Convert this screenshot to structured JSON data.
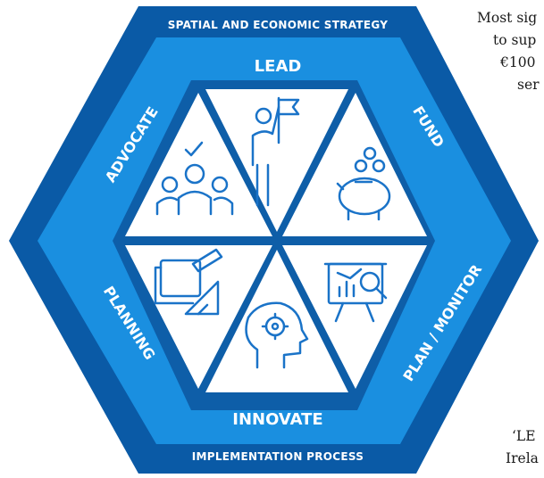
{
  "diagram": {
    "top_band": "SPATIAL AND ECONOMIC STRATEGY",
    "bottom_band": "IMPLEMENTATION PROCESS",
    "labels": {
      "lead": "LEAD",
      "fund": "FUND",
      "plan_monitor": "PLAN / MONITOR",
      "innovate": "INNOVATE",
      "planning": "PLANNING",
      "advocate": "ADVOCATE"
    },
    "icons": [
      "group-check-icon",
      "flag-person-icon",
      "piggy-bank-coins-icon",
      "blueprint-pencil-icon",
      "head-gear-icon",
      "presentation-chart-magnifier-icon"
    ],
    "colors": {
      "outer": "#0a5aa6",
      "middle": "#1a8fe0",
      "inner": "#0e5ea8",
      "icon": "#1a73c8",
      "white": "#ffffff"
    }
  },
  "side_text": {
    "right_lines": [
      "Most sig",
      "to sup",
      "€100",
      "ser"
    ],
    "bottom_lines": [
      "‘LE",
      "Irela"
    ]
  }
}
